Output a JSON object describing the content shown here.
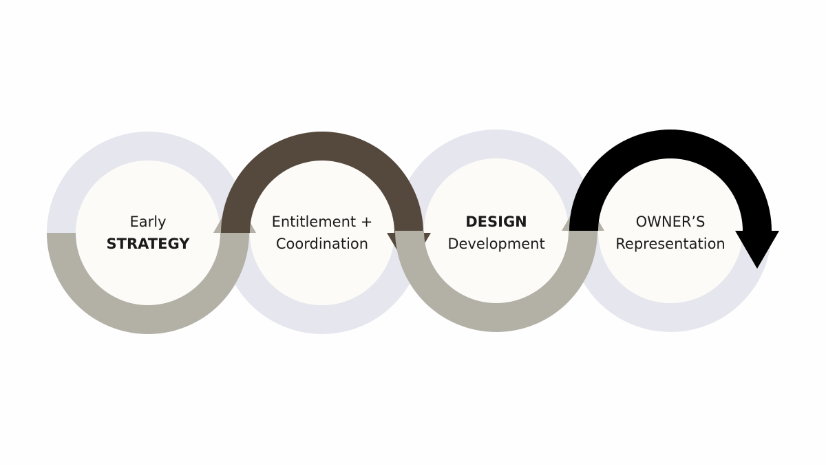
{
  "colors": {
    "background": "#fefefe",
    "ring_light": "#e6e7ee",
    "circle_fill": "#fcfbf7",
    "arrow_taupe": "#b3b0a6",
    "arrow_brown": "#55483c",
    "arrow_black": "#000000"
  },
  "steps": [
    {
      "line1": "Early",
      "line2": "STRATEGY",
      "bold_line": 2
    },
    {
      "line1": "Entitlement +",
      "line2": "Coordination",
      "bold_line": 0
    },
    {
      "line1": "DESIGN",
      "line2": "Development",
      "bold_line": 1
    },
    {
      "line1": "OWNER’S",
      "line2": "Representation",
      "bold_line": 0
    }
  ]
}
